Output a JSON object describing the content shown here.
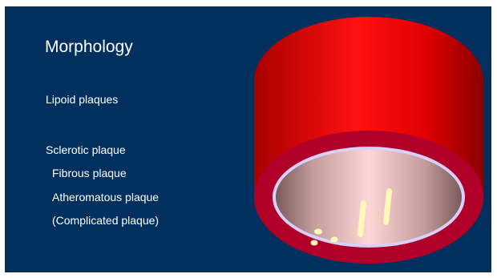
{
  "slide": {
    "title": "Morphology",
    "bullets": [
      "Lipoid plaques",
      "Sclerotic   plaque",
      "Fibrous plaque",
      "Atheromatous plaque",
      "(Complicated  plaque)"
    ]
  },
  "colors": {
    "background": "#01305f",
    "text": "#ffffff",
    "vessel_outer": "#ee0000",
    "vessel_wall": "#b0002a",
    "lumen_rim": "#c8c0f0",
    "lumen_fill": "#f2c8c8",
    "lipid": "#fff8b8"
  }
}
